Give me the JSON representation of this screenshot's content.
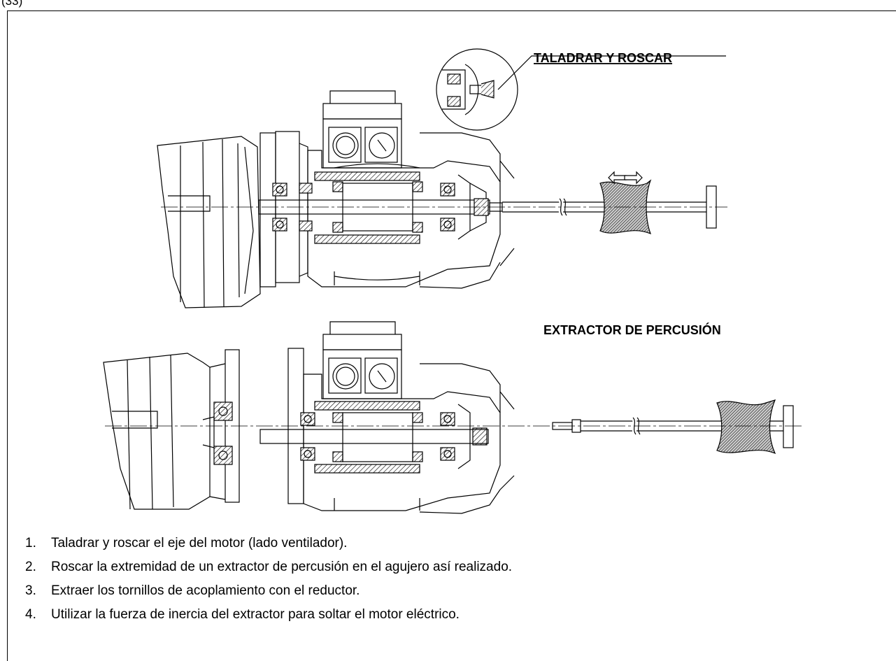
{
  "figure_label": "(33)",
  "drawing": {
    "label_top": "TALADRAR Y ROSCAR",
    "label_bottom": "EXTRACTOR DE PERCUSIÓN"
  },
  "steps": [
    {
      "num": "1.",
      "text": "Taladrar y roscar el eje del motor (lado ventilador)."
    },
    {
      "num": "2.",
      "text": "Roscar la extremidad de un extractor de percusión en el agujero así realizado."
    },
    {
      "num": "3.",
      "text": "Extraer  los tornillos de acoplamiento con el reductor."
    },
    {
      "num": "4.",
      "text": "Utilizar la fuerza de inercia del extractor para soltar el motor eléctrico."
    }
  ]
}
